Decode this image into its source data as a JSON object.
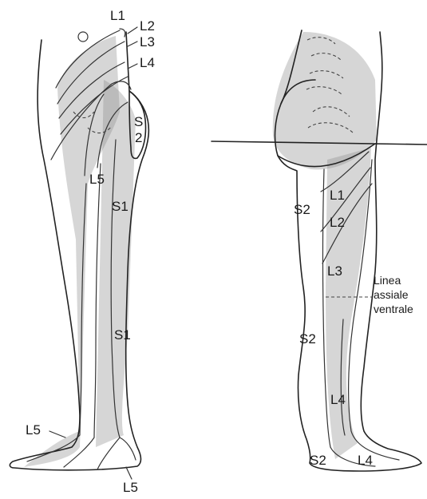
{
  "left_leg": {
    "labels": {
      "L1": "L1",
      "L2": "L2",
      "L3": "L3",
      "L4": "L4",
      "S_upper": "S",
      "S_lower": "2",
      "L5_thigh": "L5",
      "S1_thigh": "S1",
      "S1_calf": "S1",
      "L5_ankle": "L5",
      "L5_foot": "L5"
    }
  },
  "right_leg": {
    "labels": {
      "S2_thigh": "S2",
      "L1": "L1",
      "L2": "L2",
      "L3": "L3",
      "S2_calf": "S2",
      "L4_calf": "L4",
      "S2_foot": "S2",
      "L4_foot": "L4"
    },
    "annotation": {
      "line1": "Linea",
      "line2": "assiale",
      "line3": "ventrale"
    }
  }
}
